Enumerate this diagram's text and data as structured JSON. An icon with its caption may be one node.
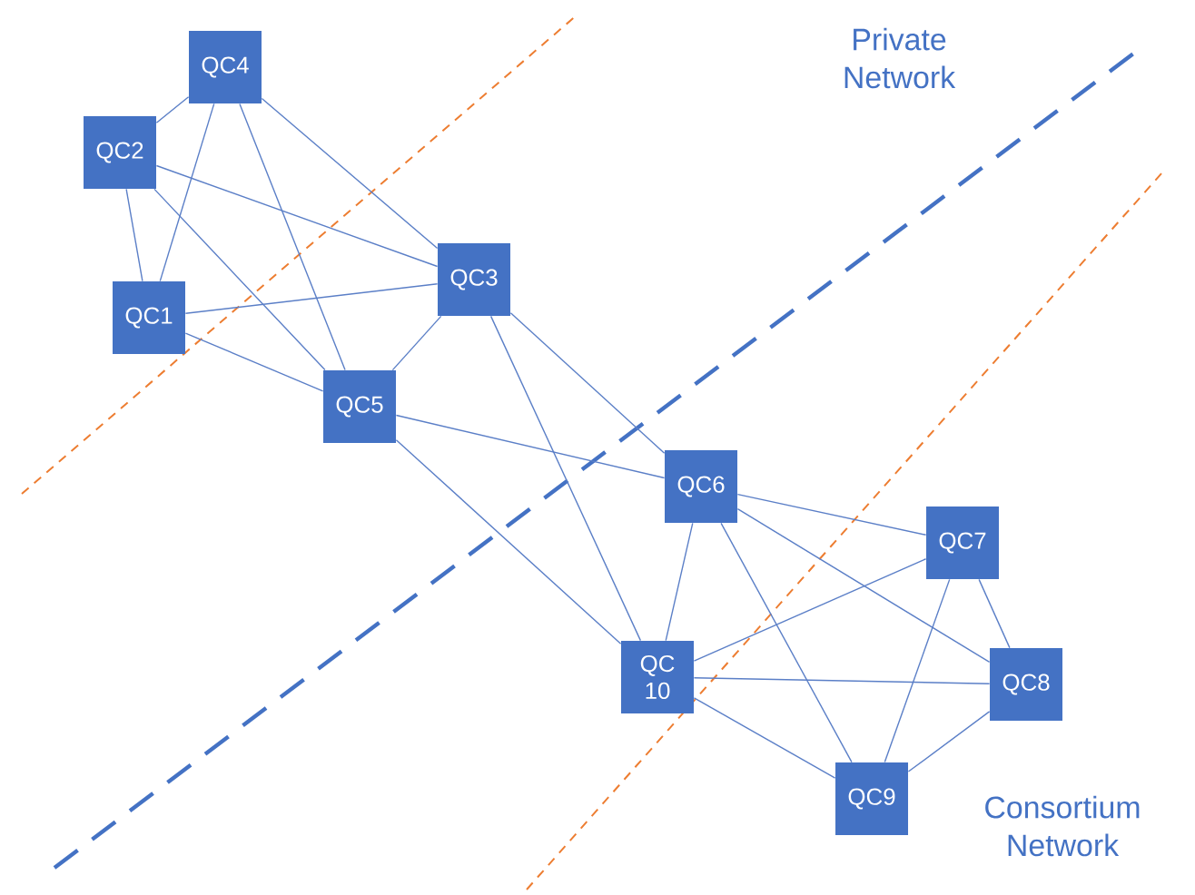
{
  "diagram": {
    "nodes": [
      {
        "text": [
          "QC1"
        ]
      },
      {
        "text": [
          "QC2"
        ]
      },
      {
        "text": [
          "QC3"
        ]
      },
      {
        "text": [
          "QC4"
        ]
      },
      {
        "text": [
          "QC5"
        ]
      },
      {
        "text": [
          "QC6"
        ]
      },
      {
        "text": [
          "QC7"
        ]
      },
      {
        "text": [
          "QC8"
        ]
      },
      {
        "text": [
          "QC9"
        ]
      },
      {
        "text": [
          "QC 10"
        ]
      }
    ],
    "edges": [
      {
        "from": 3,
        "to": 1,
        "arrow": "none"
      },
      {
        "from": 3,
        "to": 0,
        "arrow": "none"
      },
      {
        "from": 3,
        "to": 4,
        "arrow": "none"
      },
      {
        "from": 3,
        "to": 2,
        "arrow": "none"
      },
      {
        "from": 1,
        "to": 0,
        "arrow": "none"
      },
      {
        "from": 1,
        "to": 2,
        "arrow": "none"
      },
      {
        "from": 1,
        "to": 4,
        "arrow": "none"
      },
      {
        "from": 0,
        "to": 2,
        "arrow": "none"
      },
      {
        "from": 0,
        "to": 4,
        "arrow": "none"
      },
      {
        "from": 4,
        "to": 2,
        "arrow": "none"
      },
      {
        "from": 4,
        "to": 5,
        "arrow": "none"
      },
      {
        "from": 4,
        "to": 9,
        "arrow": "none"
      },
      {
        "from": 2,
        "to": 5,
        "arrow": "none"
      },
      {
        "from": 2,
        "to": 9,
        "arrow": "none"
      },
      {
        "from": 5,
        "to": 9,
        "arrow": "none"
      },
      {
        "from": 5,
        "to": 6,
        "arrow": "none"
      },
      {
        "from": 5,
        "to": 7,
        "arrow": "none"
      },
      {
        "from": 5,
        "to": 8,
        "arrow": "none"
      },
      {
        "from": 9,
        "to": 6,
        "arrow": "none"
      },
      {
        "from": 9,
        "to": 7,
        "arrow": "none"
      },
      {
        "from": 9,
        "to": 8,
        "arrow": "none"
      },
      {
        "from": 6,
        "to": 7,
        "arrow": "none"
      },
      {
        "from": 6,
        "to": 8,
        "arrow": "none"
      },
      {
        "from": 7,
        "to": 8,
        "arrow": "none"
      }
    ],
    "labels": [
      "Private Network",
      "Consortium Network"
    ]
  }
}
